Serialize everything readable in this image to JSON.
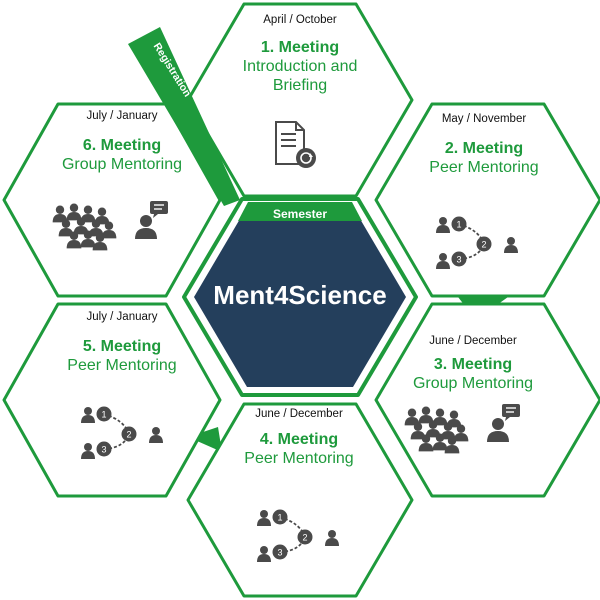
{
  "center": {
    "title": "Ment4Science",
    "ribbon": "Semester"
  },
  "registration": "Registration",
  "colors": {
    "accent": "#1e9a3c",
    "center_fill": "#243f5c",
    "icon": "#4a4a4a"
  },
  "meetings": [
    {
      "date": "April / October",
      "title": "1. Meeting",
      "subtitle": [
        "Introduction and",
        "Briefing"
      ],
      "icon": "document-cycle-icon"
    },
    {
      "date": "May / November",
      "title": "2. Meeting",
      "subtitle": [
        "Peer Mentoring"
      ],
      "icon": "peer-mentoring-icon"
    },
    {
      "date": "June / December",
      "title": "3. Meeting",
      "subtitle": [
        "Group Mentoring"
      ],
      "icon": "group-mentoring-icon"
    },
    {
      "date": "June / December",
      "title": "4. Meeting",
      "subtitle": [
        "Peer Mentoring"
      ],
      "icon": "peer-mentoring-icon"
    },
    {
      "date": "July / January",
      "title": "5. Meeting",
      "subtitle": [
        "Peer Mentoring"
      ],
      "icon": "peer-mentoring-icon"
    },
    {
      "date": "July / January",
      "title": "6. Meeting",
      "subtitle": [
        "Group Mentoring"
      ],
      "icon": "group-mentoring-icon"
    }
  ]
}
